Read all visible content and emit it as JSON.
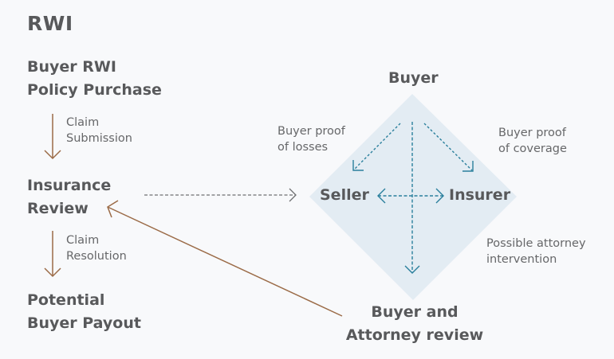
{
  "title": "RWI",
  "left_flow": {
    "steps": [
      {
        "line1": "Buyer RWI",
        "line2": "Policy Purchase"
      },
      {
        "line1": "Insurance",
        "line2": "Review"
      },
      {
        "line1": "Potential",
        "line2": "Buyer Payout"
      }
    ],
    "transitions": [
      {
        "line1": "Claim",
        "line2": "Submission"
      },
      {
        "line1": "Claim",
        "line2": "Resolution"
      }
    ]
  },
  "diamond": {
    "top": "Buyer",
    "left": "Seller",
    "right": "Insurer",
    "bottom": {
      "line1": "Buyer and",
      "line2": "Attorney review"
    },
    "labels": {
      "top_left": {
        "line1": "Buyer proof",
        "line2": "of losses"
      },
      "top_right": {
        "line1": "Buyer proof",
        "line2": "of coverage"
      },
      "bottom_right": {
        "line1": "Possible attorney",
        "line2": "intervention"
      }
    }
  },
  "colors": {
    "background": "#f8f9fb",
    "text": "#58595b",
    "brown_arrow": "#9b6b47",
    "teal_dashed": "#2a7f9c",
    "diamond_fill": "#e3ecf3",
    "gray_dashed": "#6f7072"
  }
}
